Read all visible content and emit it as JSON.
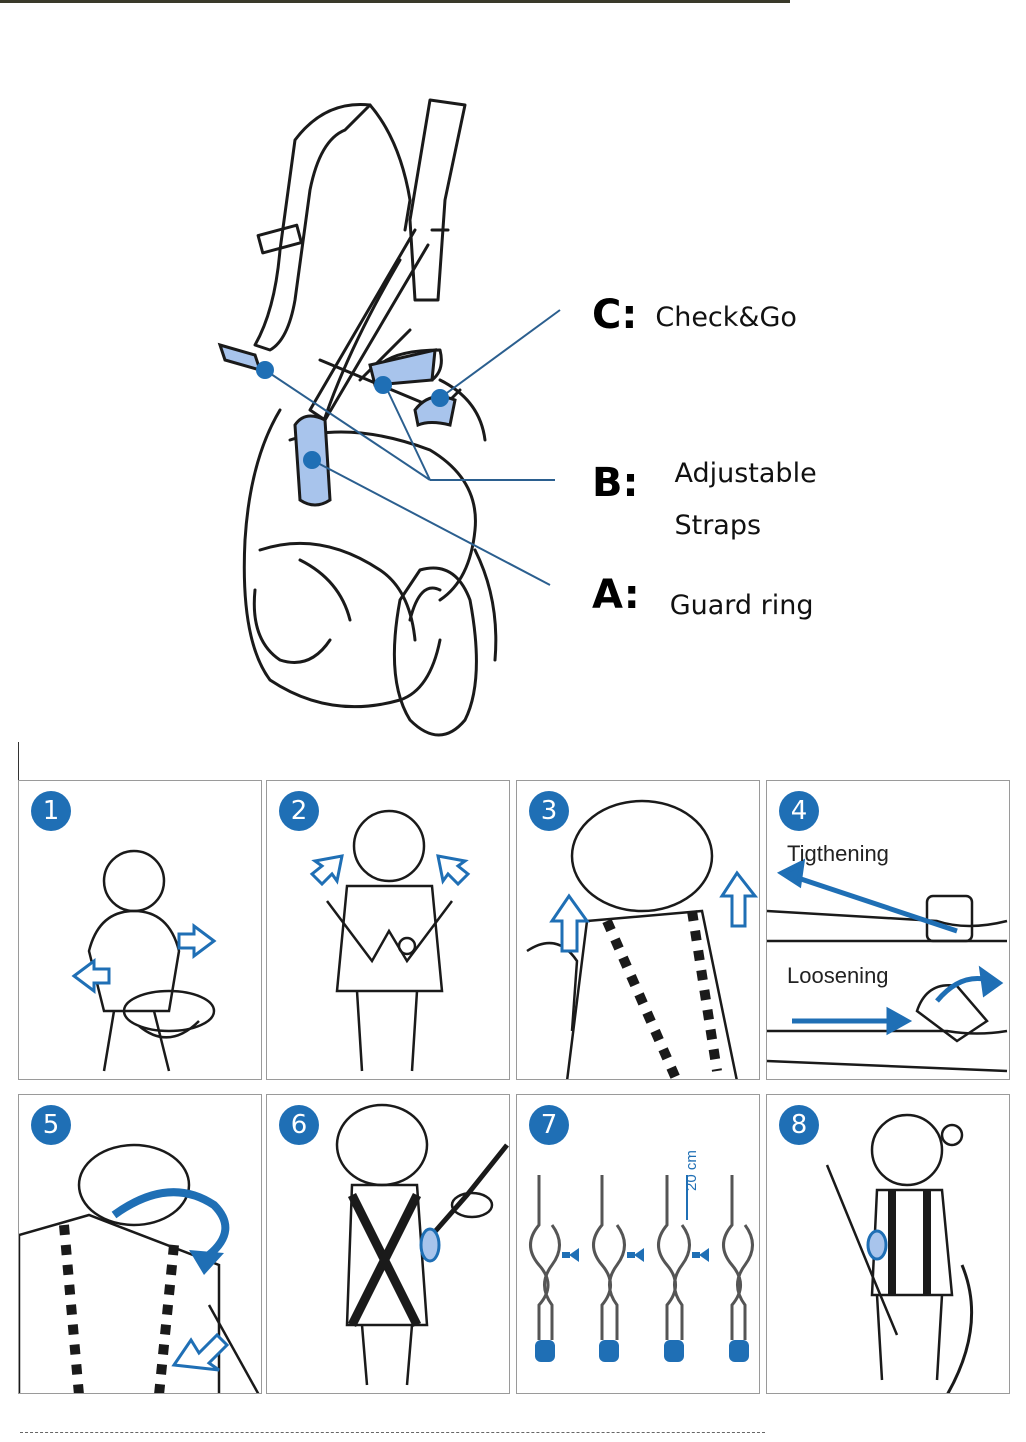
{
  "callouts": {
    "c": {
      "letter": "C:",
      "text": "Check&Go"
    },
    "b": {
      "letter": "B:",
      "text_line1": "Adjustable",
      "text_line2": "Straps"
    },
    "a": {
      "letter": "A:",
      "text": "Guard ring"
    }
  },
  "steps": [
    {
      "number": "1",
      "icon": "child-holding-harness-icon"
    },
    {
      "number": "2",
      "icon": "child-lifting-straps-icon"
    },
    {
      "number": "3",
      "icon": "child-pulling-strap-icon"
    },
    {
      "number": "4",
      "icon": "buckle-adjust-icon",
      "labels": {
        "tighten": "Tigthening",
        "loosen": "Loosening"
      }
    },
    {
      "number": "5",
      "icon": "strap-over-shoulder-icon"
    },
    {
      "number": "6",
      "icon": "rope-tie-in-icon"
    },
    {
      "number": "7",
      "icon": "figure-eight-knot-icon",
      "measure": "20 cm"
    },
    {
      "number": "8",
      "icon": "child-climbing-icon"
    }
  ],
  "colors": {
    "accent": "#1f6fb5",
    "highlight": "#a8c4ec",
    "line": "#1a1a1a",
    "leader": "#2b5f8f"
  }
}
